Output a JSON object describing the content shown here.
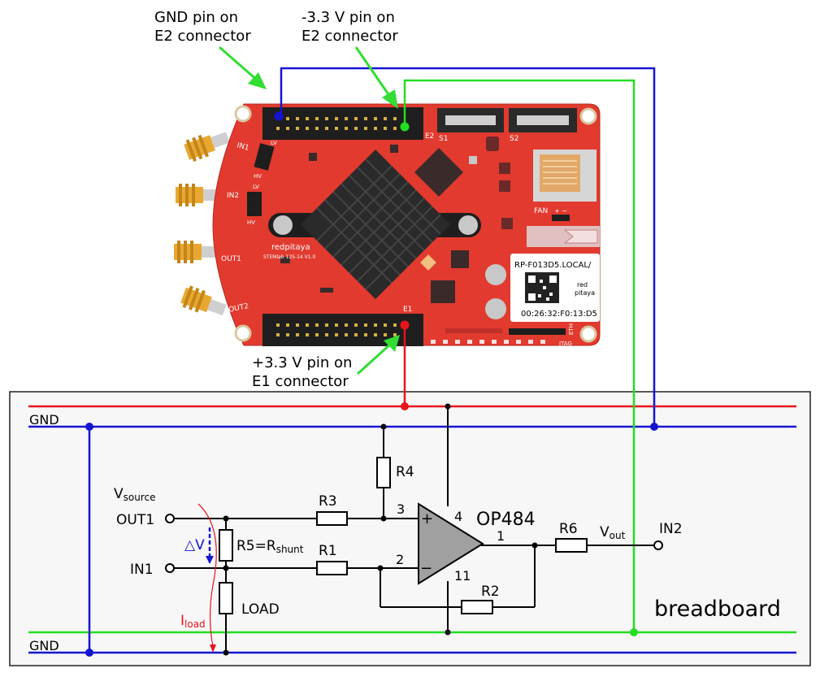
{
  "annotations": {
    "gnd_e2_line1": "GND pin on",
    "gnd_e2_line2": "E2 connector",
    "neg33_line1": "-3.3 V pin on",
    "neg33_line2": "E2 connector",
    "pos33_line1": "+3.3 V pin on",
    "pos33_line2": "E1 connector"
  },
  "board": {
    "e2": "E2",
    "e1": "E1",
    "s1": "S1",
    "s2": "S2",
    "fan": "FAN",
    "fan_pol": "+ −",
    "in1": "IN1",
    "in2": "IN2",
    "out1": "OUT1",
    "out2": "OUT2",
    "lv1": "LV",
    "hv1": "HV",
    "lv2": "LV",
    "hv2": "HV",
    "brand": "redpitaya",
    "model": "STEMlab 125-14 V1.0",
    "hostname": "RP-F013D5.LOCAL/",
    "mac": "00:26:32:F0:13:D5",
    "logo_red": "red",
    "logo_pitaya": "pitaya",
    "eth": "ETH",
    "jtag": "JTAG"
  },
  "breadboard": {
    "label": "breadboard",
    "gnd_top": "GND",
    "gnd_bottom": "GND"
  },
  "circuit": {
    "v_source": "V",
    "v_source_sub": "source",
    "out1": "OUT1",
    "in1": "IN1",
    "in2": "IN2",
    "delta_v": "△V",
    "r5": "R5=R",
    "r5_sub": "shunt",
    "load": "LOAD",
    "i_load": "I",
    "i_load_sub": "load",
    "r1": "R1",
    "r2": "R2",
    "r3": "R3",
    "r4": "R4",
    "r6": "R6",
    "opamp": "OP484",
    "pin_plus": "+",
    "pin_minus": "−",
    "pin1": "1",
    "pin2": "2",
    "pin3": "3",
    "pin4": "4",
    "pin11": "11",
    "v_out": "V",
    "v_out_sub": "out"
  },
  "colors": {
    "positive_rail": "#e8141c",
    "gnd_rail": "#1414d2",
    "negative_rail": "#22dd22",
    "board_red": "#e23a2e",
    "arrow": "#33dd33"
  }
}
